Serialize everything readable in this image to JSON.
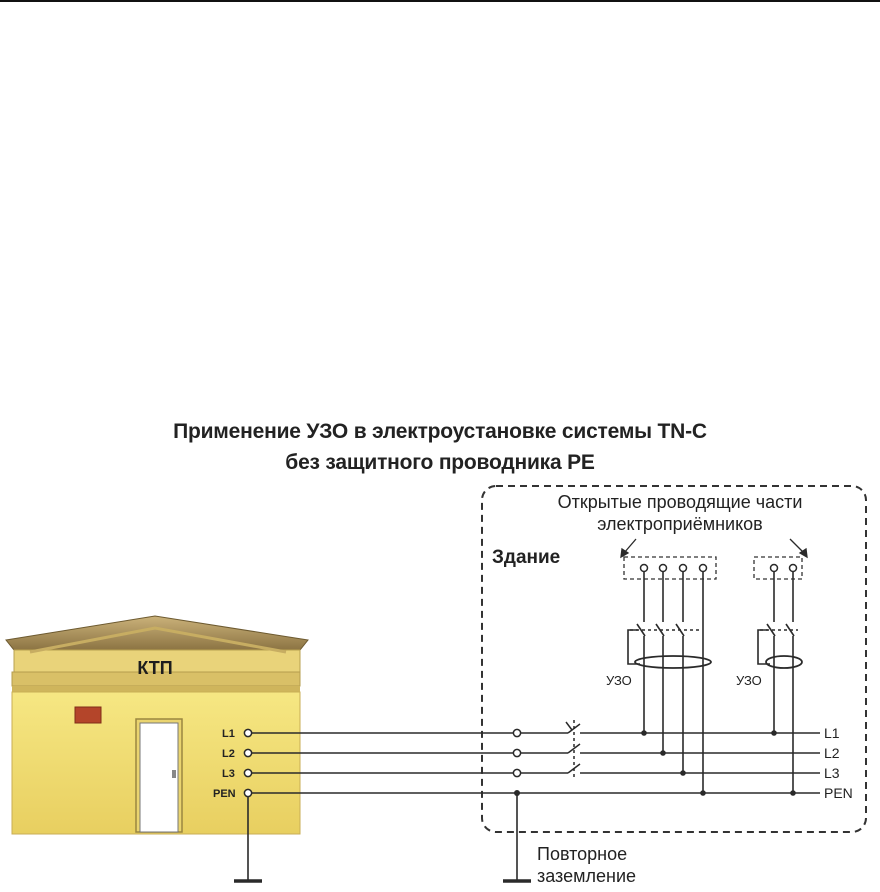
{
  "title": {
    "line1": "Применение УЗО в электроустановке системы TN-C",
    "line2": "без защитного проводника PE"
  },
  "substation": {
    "label": "КТП",
    "terminals": [
      "L1",
      "L2",
      "L3",
      "PEN"
    ]
  },
  "building": {
    "label": "Здание",
    "parts_caption_line1": "Открытые проводящие части",
    "parts_caption_line2": "электроприёмников",
    "rcd_labels": [
      "УЗО",
      "УЗО"
    ],
    "bus_labels": [
      "L1",
      "L2",
      "L3",
      "PEN"
    ]
  },
  "grounding": {
    "label_line1": "Повторное",
    "label_line2": "заземление"
  },
  "colors": {
    "wall": "#f3e178",
    "wall_shade": "#e2c95a",
    "roof": "#a88e54",
    "line": "#2a2a2a",
    "window": "#b4452a"
  }
}
